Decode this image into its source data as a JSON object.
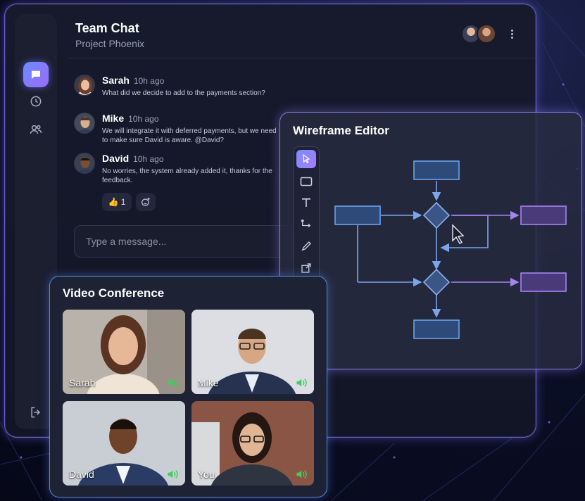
{
  "chat": {
    "title": "Team Chat",
    "subtitle": "Project Phoenix",
    "messages": [
      {
        "name": "Sarah",
        "time": "10h ago",
        "text": "What did we decide to add to the payments section?"
      },
      {
        "name": "Mike",
        "time": "10h ago",
        "text": "We will integrate it with deferred payments, but we need to make sure David is aware. @David?"
      },
      {
        "name": "David",
        "time": "10h ago",
        "text": "No worries, the system already added it, thanks for the feedback."
      }
    ],
    "reaction": {
      "emoji": "👍",
      "count": "1"
    },
    "composer_placeholder": "Type a message..."
  },
  "sidebar": {
    "icons": [
      "chat-icon",
      "clock-icon",
      "users-icon",
      "logout-icon"
    ]
  },
  "wireframe": {
    "title": "Wireframe Editor",
    "tools": [
      "cursor-icon",
      "rectangle-icon",
      "text-icon",
      "connector-icon",
      "pencil-icon",
      "transform-icon",
      "duplicate-icon"
    ]
  },
  "video": {
    "title": "Video Conference",
    "participants": [
      {
        "name": "Sarah"
      },
      {
        "name": "Mike"
      },
      {
        "name": "David"
      },
      {
        "name": "You"
      }
    ]
  },
  "colors": {
    "accent": "#7d8dff",
    "speaker": "#3ecf5a",
    "flow_blue": "#5ea0e6",
    "flow_purple": "#9b6ff0"
  }
}
